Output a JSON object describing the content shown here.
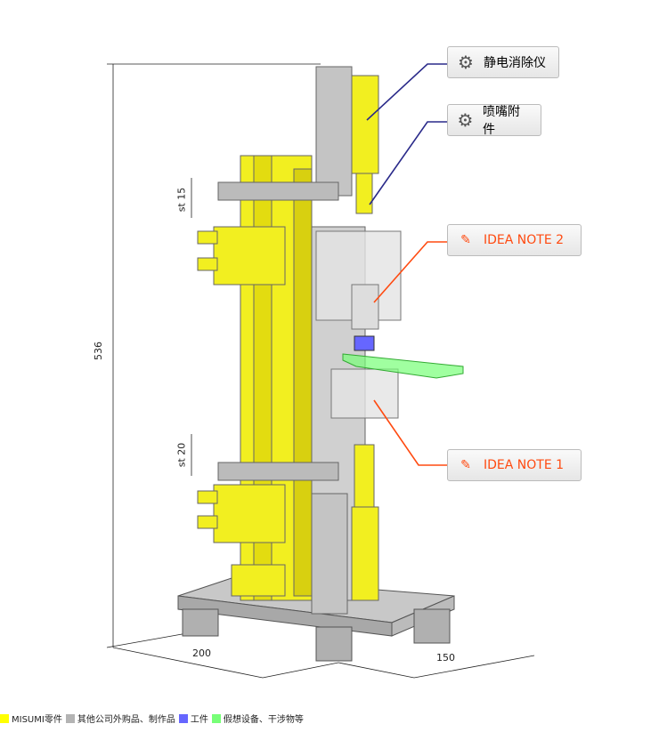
{
  "callouts": [
    {
      "label": "静电消除仪",
      "icon": "gear-icon"
    },
    {
      "label": "喷嘴附件",
      "icon": "gear-icon"
    },
    {
      "label": "IDEA NOTE 2",
      "icon": "pencil-icon"
    },
    {
      "label": "IDEA NOTE 1",
      "icon": "pencil-icon"
    }
  ],
  "dimensions": {
    "height": "536",
    "width": "200",
    "depth": "150",
    "stroke_top": "st 15",
    "stroke_bottom": "st 20"
  },
  "legend": [
    {
      "label": "MISUMI零件",
      "color": "#ffff00"
    },
    {
      "label": "其他公司外购品、制作品",
      "color": "#b4b4b4"
    },
    {
      "label": "工件",
      "color": "#6666ff"
    },
    {
      "label": "假想设备、干涉物等",
      "color": "#77ff77"
    }
  ],
  "colors": {
    "callout_line_blue": "#2a2a8a",
    "callout_line_orange": "#ff4a10"
  }
}
